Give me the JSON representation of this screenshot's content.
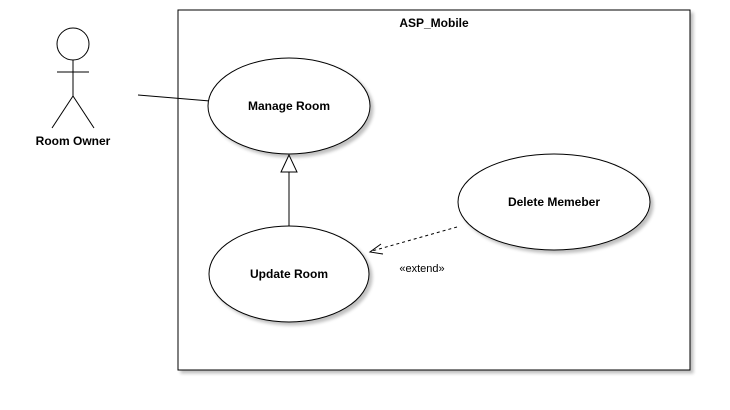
{
  "system": {
    "name": "ASP_Mobile"
  },
  "actor": {
    "name": "Room Owner"
  },
  "use_cases": {
    "manage_room": "Manage Room",
    "update_room": "Update Room",
    "delete_member": "Delete Memeber"
  },
  "relationships": {
    "extend_label": "«extend»"
  },
  "colors": {
    "line": "#000000",
    "shadow": "#d4d4d4",
    "fill": "#ffffff"
  }
}
